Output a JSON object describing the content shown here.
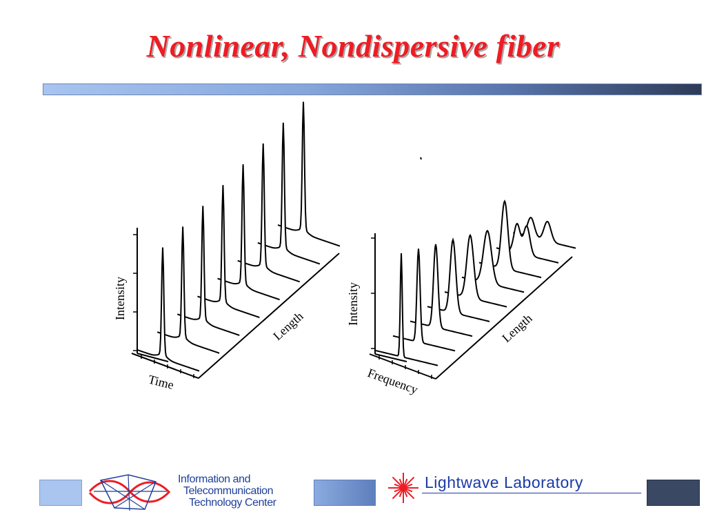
{
  "slide": {
    "title": "Nonlinear, Nondispersive fiber"
  },
  "plots": [
    {
      "name": "time-domain-plot",
      "x_label": "Time",
      "y_label": "Intensity",
      "z_label": "Length"
    },
    {
      "name": "frequency-domain-plot",
      "x_label": "Frequency",
      "y_label": "Intensity",
      "z_label": "Length"
    }
  ],
  "footer": {
    "ict_lines": [
      "Information and",
      "Telecommunication",
      "Technology Center"
    ],
    "lab_name": "Lightwave Laboratory"
  },
  "colors": {
    "title": "#ee1c24",
    "bar_start": "#a8c4f0",
    "bar_end": "#2e3b57",
    "logo_blue": "#1d3f9b",
    "laser_red": "#ee1c24"
  }
}
